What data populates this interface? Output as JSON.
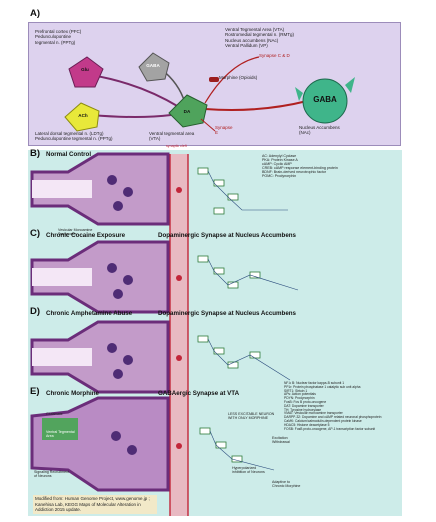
{
  "section_labels": {
    "a": "A)",
    "b": "B)",
    "c": "C)",
    "d": "D)",
    "e": "E)"
  },
  "panel_a": {
    "left_top_text": "Prefrontal cortex (PFC)\nPedunculopontine\ntegmental n. (PPTg)",
    "left_bottom_text": "Lateral dorsal tegmental n. (LDTg)\nPedunculopontine tegmental n. (PPTg)",
    "right_top_text": "Ventral Tegmental Area (VTA)\nRostromedial tegmental n. (RMTg)\nNucleus accumbens (NAc)\nVentral Pallidum (VP)",
    "nodes": {
      "glu": "Glu",
      "gaba_small": "GABA",
      "ach": "ACh",
      "da": "DA",
      "gaba_big": "GABA"
    },
    "morphine_label": "Morphine (Opioids)",
    "synapse_cd": "Synapse C & D",
    "synapse_e": "Synapse\nE",
    "vta_label": "Ventral tegmental area\n(VTA)",
    "nac_label": "Nucleus Accumbens\n(NAc)"
  },
  "rows": {
    "b": {
      "title": "Normal Control",
      "subtitle": ""
    },
    "c": {
      "title": "Chronic Cocaine Exposure",
      "subtitle": "Dopaminergic Synapse at Nucleus Accumbens"
    },
    "d": {
      "title": "Chronic Amphetamine Abuse",
      "subtitle": "Dopaminergic Synapse at Nucleus Accumbens"
    },
    "e": {
      "title": "Chronic Morphine",
      "subtitle": "GABAergic Synapse at VTA"
    }
  },
  "vesicular_label": "Vesicular Monoamine\nTransporter",
  "synaptic_cleft_label": "synaptic cleft",
  "legend_b": "AC: Adenylyl Cyclase\nPKA: Protein Kinase A\ncAMP: Cyclic AMP\nCREB: cAMP response element-binding protein\nBDNF: Brain-derived neurotrophic factor\nPOMC: Prodynorphin",
  "legend_d": "NF-k B: Nuclear factor kappa-B subunit 1\nPP1r: Protein phosphatase 1 catalytic sub unit alpha\nSIRT1: Sirtuin 1\nAPs: Action potentials\nPDYN: Prodynorphin\nFosB: Fos B proto-oncogene\nDAT: Dopamine transporter\nTH: Tyrosine hydroxylase\nVMAT: Vesicular monoamine transporter\nDARPP-32: Dopamine and cAMP related neuronal phosphoprotein\nCaMK: Calcium/calmodulin-dependent protein kinase\nHDAC5: Histone deacetylase 5\nFOSB: FosB proto-oncogene, AP-1 transcription factor subunit",
  "e_labels": {
    "glutamate": "Glutamate",
    "vta_neuron": "Ventral Tegmental\nArea",
    "signaling": "Signaling Recruitment\nof Neurons",
    "less_excitable": "LESS EXCITABLE NEURON\nWITH ONLY MORPHINE",
    "excitation": "Excitation\nWithdrawal",
    "adaptive": "Adaptive to\nChronic Morphine",
    "hyperpol": "Hyperpolarized\ninhibition of Neurons"
  },
  "footer": "Modified from: Human Genome Project, www.genome.jp ; Kanehisa Lab, KEGG Maps of Molecular Alteration in Addiction 2015 update."
}
